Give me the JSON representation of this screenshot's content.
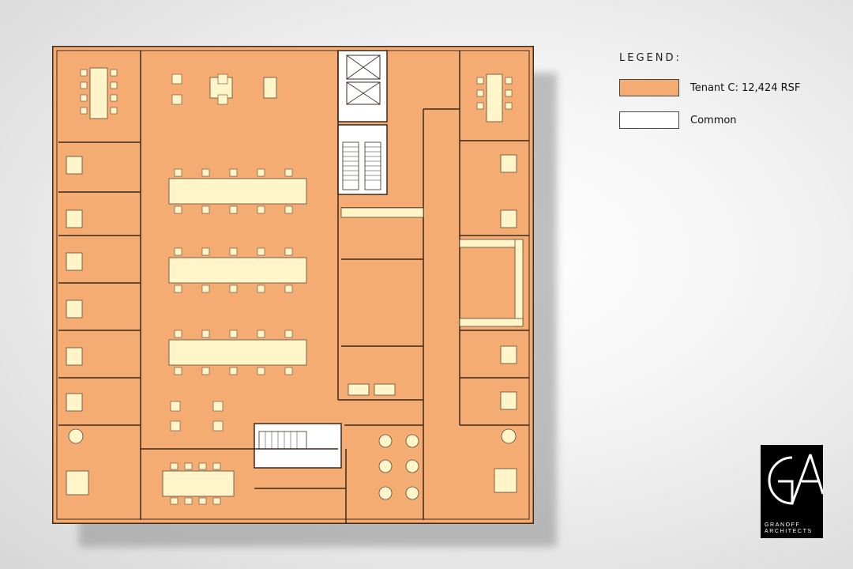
{
  "legend": {
    "title": "LEGEND:",
    "items": [
      {
        "label": "Tenant C: 12,424 RSF",
        "color": "#f5ac73"
      },
      {
        "label": "Common",
        "color": "#ffffff"
      }
    ]
  },
  "logo": {
    "mark": "GA",
    "line1": "GRANOFF",
    "line2": "ARCHITECTS"
  },
  "colors": {
    "tenant": "#f5ac73",
    "common": "#ffffff",
    "furniture": "#fff5c8",
    "wall": "#3a2a20",
    "background": "#ececec"
  }
}
